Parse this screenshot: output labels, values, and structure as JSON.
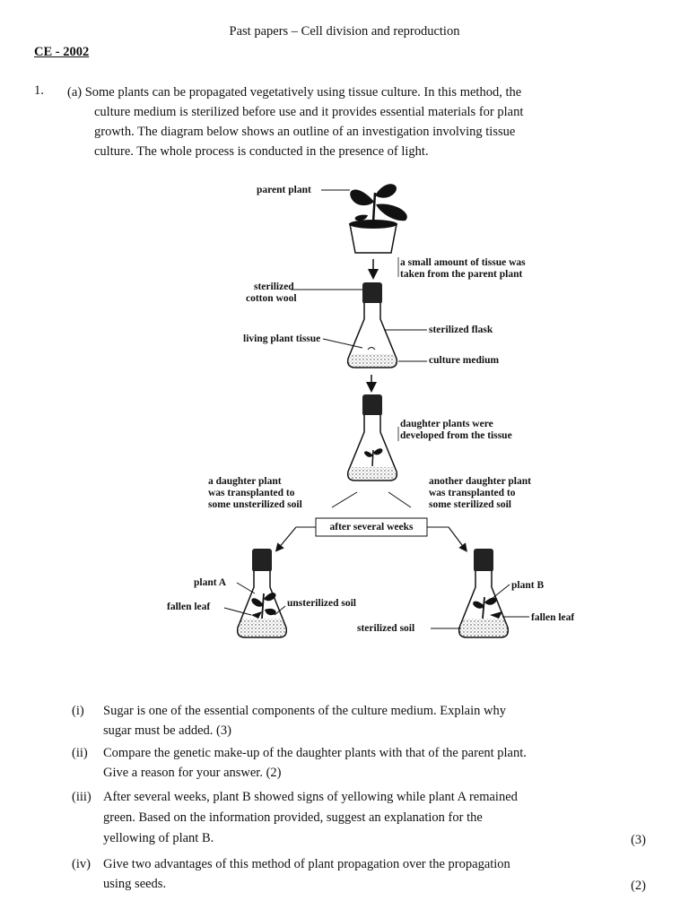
{
  "header": {
    "title": "Past papers – Cell division and reproduction"
  },
  "exam": {
    "code": "CE - 2002"
  },
  "question": {
    "number": "1.",
    "intro_line1": "(a) Some plants can be propagated vegetatively using tissue culture. In this method, the",
    "intro_line2": "culture medium is sterilized before use and it provides essential materials for plant",
    "intro_line3": "growth. The diagram below shows an outline of an investigation involving tissue",
    "intro_line4": "culture. The whole process is conducted in the presence of light."
  },
  "diagram": {
    "parent_plant": "parent plant",
    "tissue_taken_1": "a small amount of tissue was",
    "tissue_taken_2": "taken from the parent plant",
    "sterilized_1": "sterilized",
    "sterilized_2": "cotton wool",
    "sterilized_flask": "sterilized flask",
    "living_tissue": "living plant tissue",
    "culture_medium": "culture medium",
    "daughter_1": "daughter plants were",
    "daughter_2": "developed from the tissue",
    "left_1": "a daughter plant",
    "left_2": "was transplanted to",
    "left_3": "some unsterilized soil",
    "right_1": "another daughter plant",
    "right_2": "was transplanted to",
    "right_3": "some sterilized soil",
    "after_weeks": "after several weeks",
    "plant_a": "plant A",
    "fallen_leaf_a": "fallen leaf",
    "unsterilized_soil": "unsterilized soil",
    "plant_b": "plant B",
    "fallen_leaf_b": "fallen leaf",
    "sterilized_soil": "sterilized soil"
  },
  "subquestions": [
    {
      "num": "(i)",
      "line1": "Sugar is one of the essential components of the culture medium. Explain why",
      "line2": "sugar must be added. (3)",
      "mark": ""
    },
    {
      "num": "(ii)",
      "line1": "Compare the genetic make-up of the daughter plants with that of the parent plant.",
      "line2": "Give a reason for your answer. (2)",
      "mark": ""
    },
    {
      "num": "(iii)",
      "line1": "After several weeks, plant B showed signs of yellowing while plant A remained",
      "line2": "green. Based on the information provided, suggest an explanation for the",
      "line3": "yellowing of plant B.",
      "mark": "(3)"
    },
    {
      "num": "(iv)",
      "line1": "Give two advantages of this method of plant propagation over the propagation",
      "line2": "using seeds.",
      "mark": "(2)"
    }
  ]
}
